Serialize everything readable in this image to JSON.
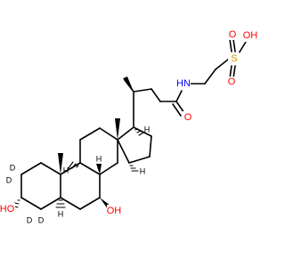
{
  "molecule": {
    "atoms": {
      "sulfonic_oh": "OH",
      "sulfonic_s": "S",
      "sulfonic_o_top": "O",
      "sulfonic_o_bottom": "O",
      "amide_n": "N",
      "amide_h": "H",
      "amide_o": "O",
      "oh3": "HO",
      "oh7": "OH",
      "d2a": "D",
      "d2b": "D",
      "d4a": "D",
      "d4b": "D",
      "h5": "H",
      "h8": "H",
      "h9": "H",
      "h14": "H",
      "h17": "H"
    },
    "colors": {
      "bond": "#000000",
      "oxygen": "#ff0000",
      "nitrogen": "#0000ff",
      "sulfur": "#c8a000",
      "deuterium": "#000000",
      "hydrogen": "#000000"
    }
  }
}
